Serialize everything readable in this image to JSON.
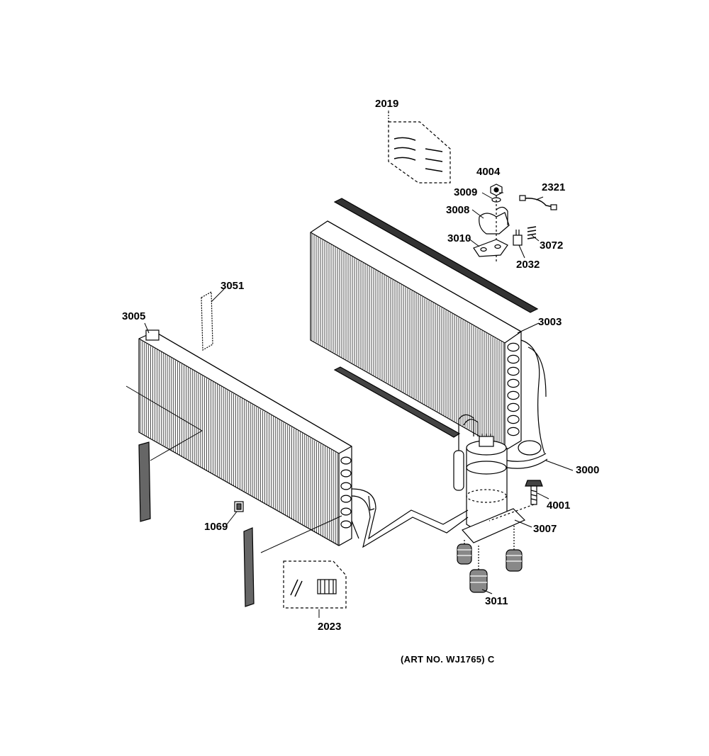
{
  "colors": {
    "ink": "#000000",
    "paper": "#ffffff"
  },
  "callouts": {
    "p2019": "2019",
    "p4004": "4004",
    "p3009": "3009",
    "p2321": "2321",
    "p3008": "3008",
    "p3010": "3010",
    "p3072": "3072",
    "p2032": "2032",
    "p3051": "3051",
    "p3005": "3005",
    "p3003": "3003",
    "p3000": "3000",
    "p4001": "4001",
    "p1069": "1069",
    "p3007": "3007",
    "p3011": "3011",
    "p2023": "2023"
  },
  "art_number": "(ART NO. WJ1765) C"
}
